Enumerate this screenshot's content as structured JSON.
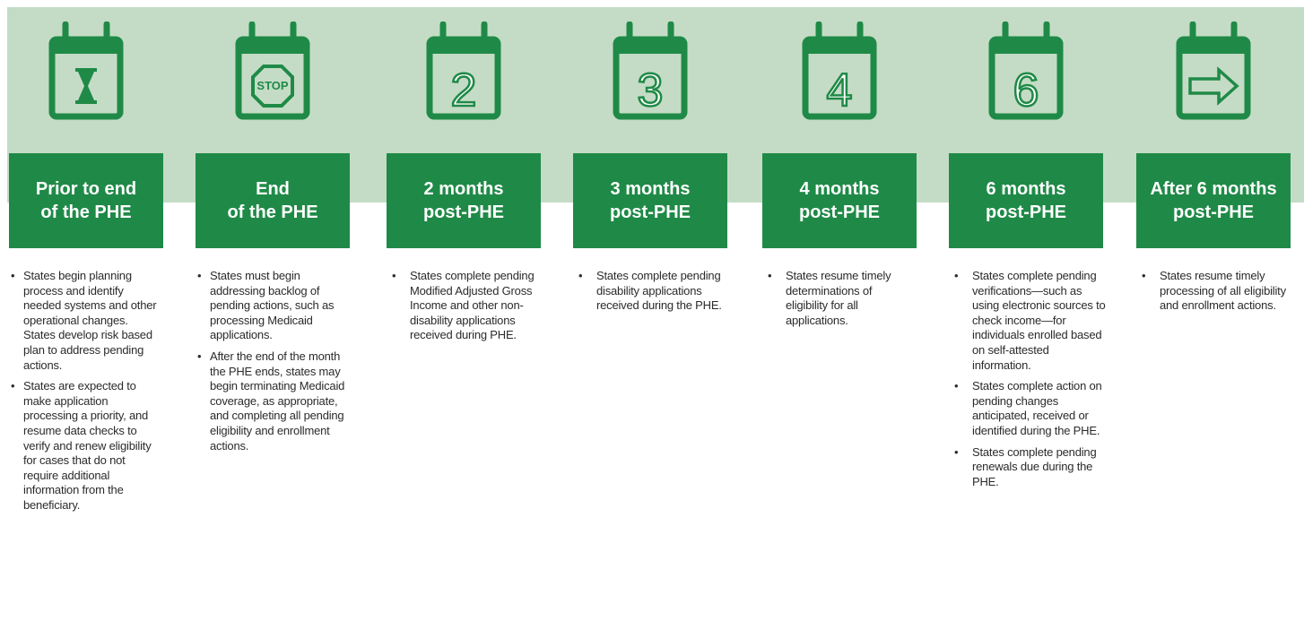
{
  "columns": [
    {
      "icon": "hourglass-calendar-icon",
      "title": [
        "Prior to end",
        "of the PHE"
      ],
      "bullets": [
        "States begin planning process and identify needed systems and other operational changes. States develop risk based plan to address pending actions.",
        "States are expected to make application processing a priority, and resume data checks to verify and renew eligibility for cases that do not require additional information from the beneficiary."
      ]
    },
    {
      "icon": "stop-sign-calendar-icon",
      "icon_text": "STOP",
      "title": [
        "End",
        "of the PHE"
      ],
      "bullets": [
        "States must begin addressing backlog of pending actions, such as processing Medicaid applications.",
        "After the end of the month the PHE ends, states may begin terminating Medicaid coverage, as appropriate, and completing all pending eligibility and enrollment actions."
      ]
    },
    {
      "icon": "calendar-2-icon",
      "icon_text": "2",
      "title": [
        "2 months",
        "post-PHE"
      ],
      "bullets": [
        "States complete pending Modified Adjusted Gross Income and other non-disability applications received during PHE."
      ]
    },
    {
      "icon": "calendar-3-icon",
      "icon_text": "3",
      "title": [
        "3 months",
        "post-PHE"
      ],
      "bullets": [
        "States complete pending disability applications received during the PHE."
      ]
    },
    {
      "icon": "calendar-4-icon",
      "icon_text": "4",
      "title": [
        "4 months",
        "post-PHE"
      ],
      "bullets": [
        "States resume timely determinations of eligibility for all applications."
      ]
    },
    {
      "icon": "calendar-6-icon",
      "icon_text": "6",
      "title": [
        "6 months",
        "post-PHE"
      ],
      "bullets": [
        "States complete pending verifications—such as using electronic sources to check income—for individuals enrolled based on self-attested information.",
        "States complete action on pending changes anticipated, received or identified during the PHE.",
        "States complete pending renewals due during the PHE."
      ]
    },
    {
      "icon": "arrow-calendar-icon",
      "title": [
        "After 6 months",
        "post-PHE"
      ],
      "bullets": [
        "States resume timely processing of all eligibility and enrollment actions."
      ]
    }
  ],
  "colors": {
    "band": "#c4dcc5",
    "primary_green": "#1f8a47",
    "text": "#2b2b2b"
  }
}
